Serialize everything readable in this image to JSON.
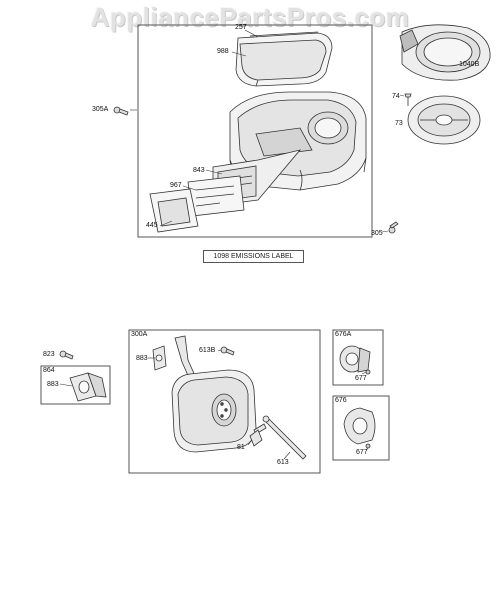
{
  "watermark": "AppliancePartsPros.com",
  "emissions_label": "1098 EMISSIONS LABEL",
  "callouts": {
    "c257": "257",
    "c988": "988",
    "c1040b": "1040B",
    "c74": "74",
    "c73": "73",
    "c305a": "305A",
    "c843": "843",
    "c967": "967",
    "c445": "445",
    "c305": "305",
    "c823": "823",
    "c864": "864",
    "c883a": "883",
    "c300a": "300A",
    "c883b": "883",
    "c613b": "613B",
    "c81": "81",
    "c613": "613",
    "c676a": "676A",
    "c677a": "677",
    "c676": "676",
    "c677b": "677"
  }
}
